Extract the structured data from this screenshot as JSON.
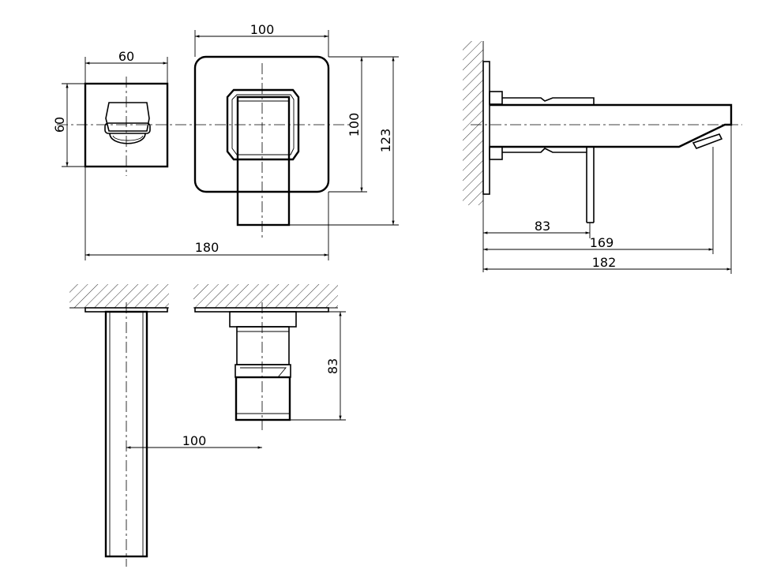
{
  "dimensions": {
    "small_plate_width": "60",
    "small_plate_height": "60",
    "large_plate_width": "100",
    "large_plate_height": "100",
    "overall_height": "123",
    "overall_width": "180",
    "side_wall_to_plate_tail": "83",
    "side_wall_to_spout_outlet": "169",
    "side_overall_projection": "182",
    "bottom_depth": "83",
    "bottom_spacing": "100"
  }
}
